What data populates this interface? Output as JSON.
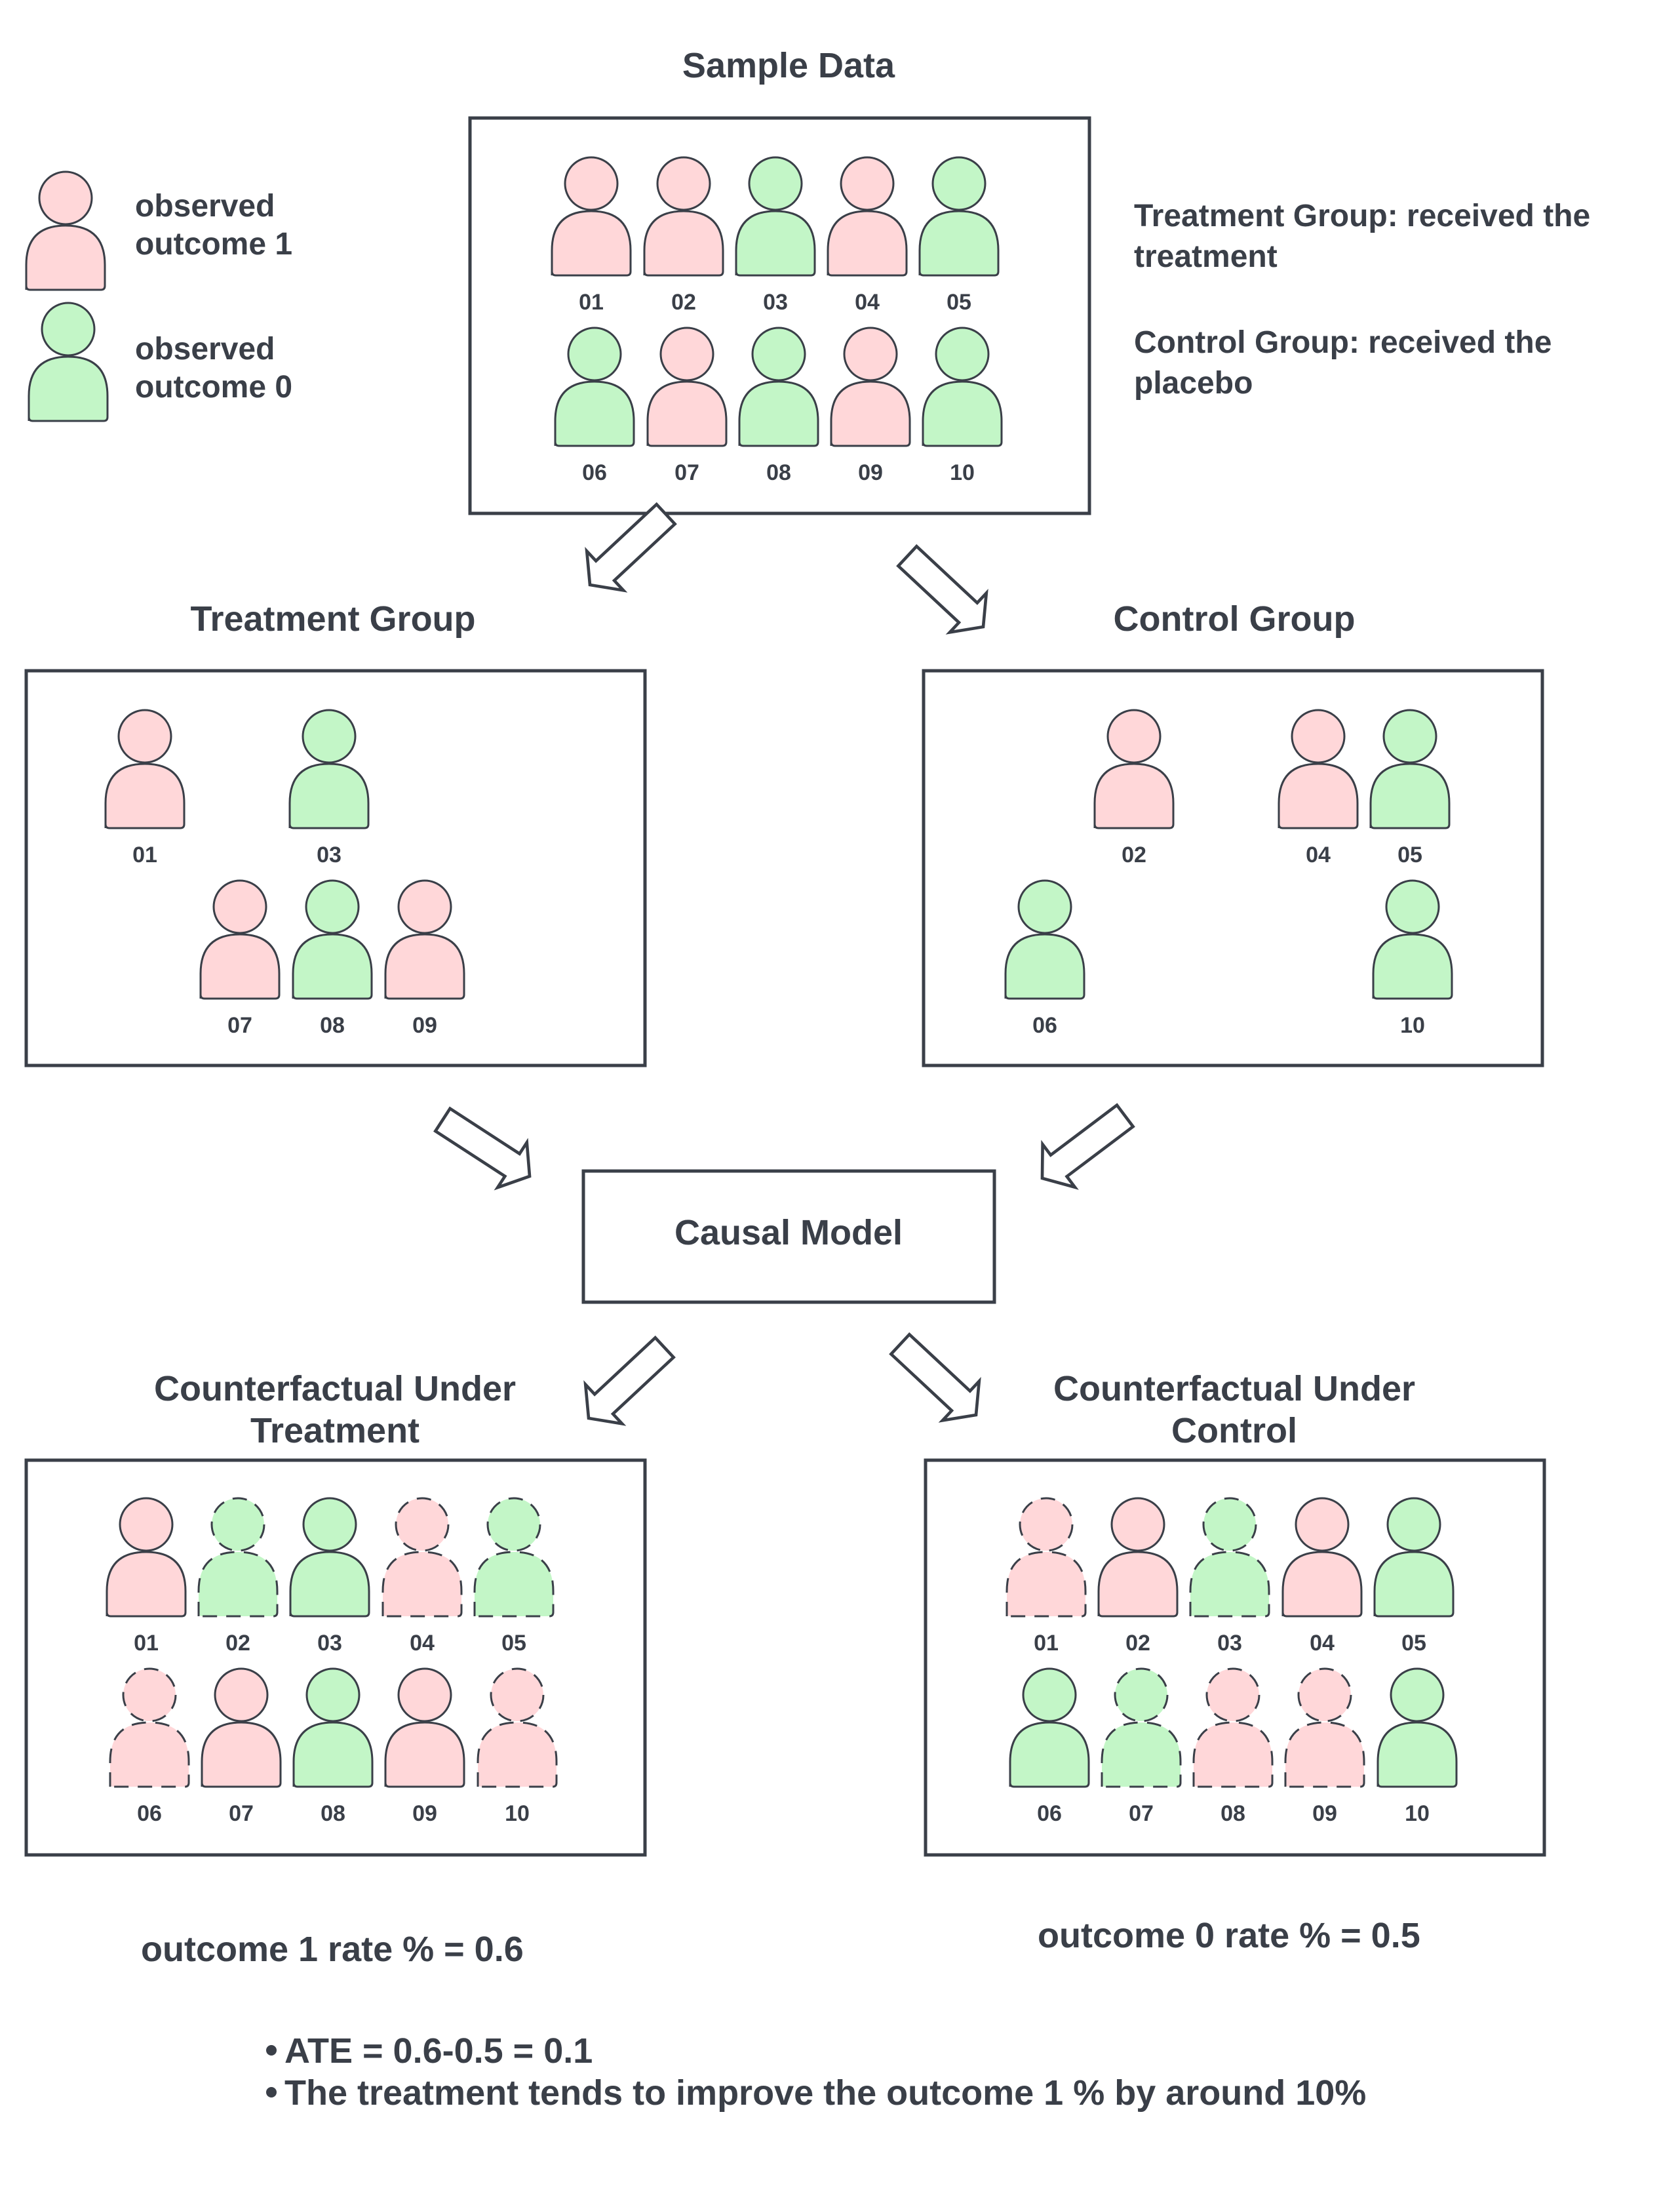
{
  "colors": {
    "outcome1": "#ffd7d9",
    "outcome0": "#c3f6c7",
    "stroke": "#3a3f48"
  },
  "legend": {
    "outcome1_line1": "observed",
    "outcome1_line2": "outcome 1",
    "outcome0_line1": "observed",
    "outcome0_line2": "outcome 0"
  },
  "sample": {
    "title": "Sample Data",
    "people": [
      {
        "id": "01",
        "outcome": 1
      },
      {
        "id": "02",
        "outcome": 1
      },
      {
        "id": "03",
        "outcome": 0
      },
      {
        "id": "04",
        "outcome": 1
      },
      {
        "id": "05",
        "outcome": 0
      },
      {
        "id": "06",
        "outcome": 0
      },
      {
        "id": "07",
        "outcome": 1
      },
      {
        "id": "08",
        "outcome": 0
      },
      {
        "id": "09",
        "outcome": 1
      },
      {
        "id": "10",
        "outcome": 0
      }
    ]
  },
  "groups_note": {
    "treatment_line1": "Treatment Group: received the",
    "treatment_line2": "treatment",
    "control_line1": "Control Group: received the",
    "control_line2": "placebo"
  },
  "treatment_group": {
    "title": "Treatment Group",
    "people": [
      {
        "id": "01",
        "outcome": 1
      },
      {
        "id": "03",
        "outcome": 0
      },
      {
        "id": "07",
        "outcome": 1
      },
      {
        "id": "08",
        "outcome": 0
      },
      {
        "id": "09",
        "outcome": 1
      }
    ]
  },
  "control_group": {
    "title": "Control Group",
    "people": [
      {
        "id": "02",
        "outcome": 1
      },
      {
        "id": "04",
        "outcome": 1
      },
      {
        "id": "05",
        "outcome": 0
      },
      {
        "id": "06",
        "outcome": 0
      },
      {
        "id": "10",
        "outcome": 0
      }
    ]
  },
  "causal_model": {
    "label": "Causal Model"
  },
  "cf_treatment": {
    "title_line1": "Counterfactual Under",
    "title_line2": "Treatment",
    "people": [
      {
        "id": "01",
        "outcome": 1,
        "imputed": false
      },
      {
        "id": "02",
        "outcome": 0,
        "imputed": true
      },
      {
        "id": "03",
        "outcome": 0,
        "imputed": false
      },
      {
        "id": "04",
        "outcome": 1,
        "imputed": true
      },
      {
        "id": "05",
        "outcome": 0,
        "imputed": true
      },
      {
        "id": "06",
        "outcome": 1,
        "imputed": true
      },
      {
        "id": "07",
        "outcome": 1,
        "imputed": false
      },
      {
        "id": "08",
        "outcome": 0,
        "imputed": false
      },
      {
        "id": "09",
        "outcome": 1,
        "imputed": false
      },
      {
        "id": "10",
        "outcome": 1,
        "imputed": true
      }
    ]
  },
  "cf_control": {
    "title_line1": "Counterfactual Under",
    "title_line2": "Control",
    "people": [
      {
        "id": "01",
        "outcome": 1,
        "imputed": true
      },
      {
        "id": "02",
        "outcome": 1,
        "imputed": false
      },
      {
        "id": "03",
        "outcome": 0,
        "imputed": true
      },
      {
        "id": "04",
        "outcome": 1,
        "imputed": false
      },
      {
        "id": "05",
        "outcome": 0,
        "imputed": false
      },
      {
        "id": "06",
        "outcome": 0,
        "imputed": false
      },
      {
        "id": "07",
        "outcome": 0,
        "imputed": true
      },
      {
        "id": "08",
        "outcome": 1,
        "imputed": true
      },
      {
        "id": "09",
        "outcome": 1,
        "imputed": true
      },
      {
        "id": "10",
        "outcome": 0,
        "imputed": false
      }
    ]
  },
  "results": {
    "treatment_rate": "outcome 1 rate %  = 0.6",
    "control_rate": "outcome 0 rate %  = 0.5",
    "bullets": [
      "ATE = 0.6-0.5  = 0.1",
      "The treatment tends to improve the outcome 1 % by around 10%"
    ]
  }
}
